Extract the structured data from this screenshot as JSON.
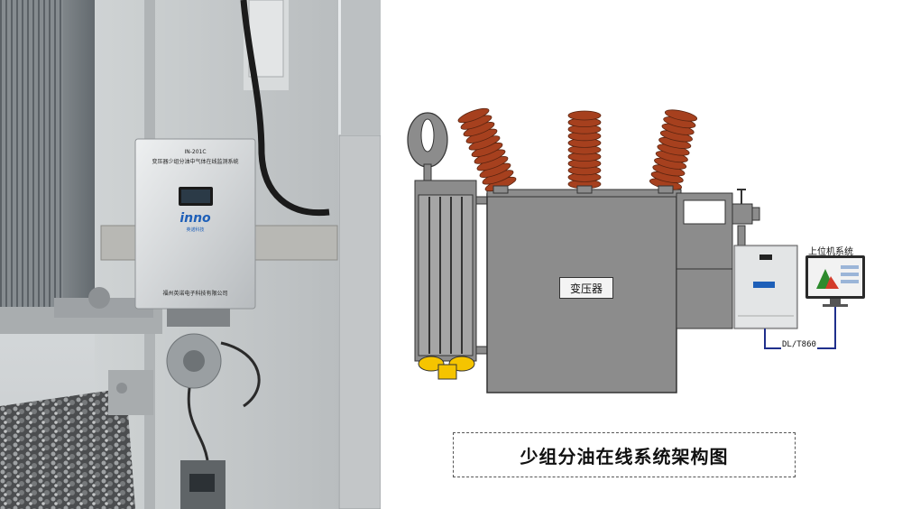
{
  "photo": {
    "device_model": "IN-201C",
    "device_title": "变压器少组分油中气体在线监测系统",
    "brand_logo_text": "inno",
    "brand_sub": "英诺科技",
    "company_name": "福州英诺电子科技有限公司"
  },
  "diagram": {
    "transformer_label": "变压器",
    "host_label": "上位机系统",
    "protocol_label": "DL/T860",
    "caption": "少组分油在线系统架构图"
  },
  "colors": {
    "insulator": "#a6401e",
    "tank": "#8c8c8c",
    "valve_yellow": "#f5c400",
    "link_blue": "#1f2f8c"
  }
}
